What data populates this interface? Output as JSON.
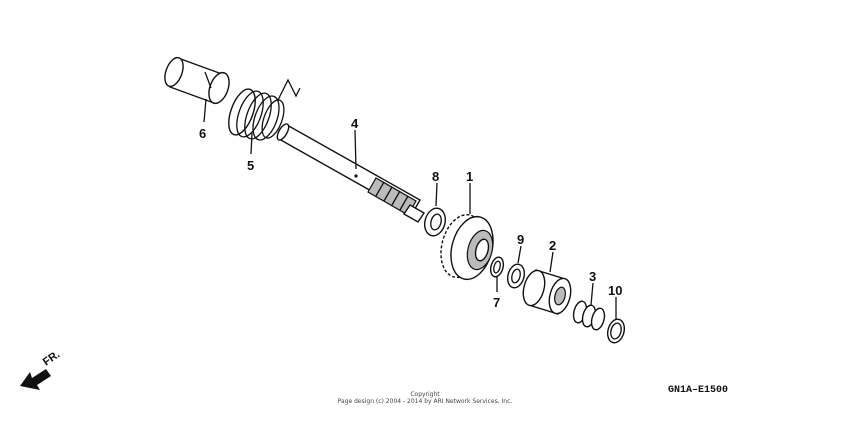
{
  "diagram": {
    "callouts": [
      "1",
      "2",
      "3",
      "4",
      "5",
      "6",
      "7",
      "8",
      "9",
      "10"
    ],
    "direction_label": "FR.",
    "drawing_code": "GN1A–E1500",
    "copyright_line1": "Copyright",
    "copyright_line2": "Page design (c) 2004 - 2014 by ARI Network Services, Inc."
  }
}
